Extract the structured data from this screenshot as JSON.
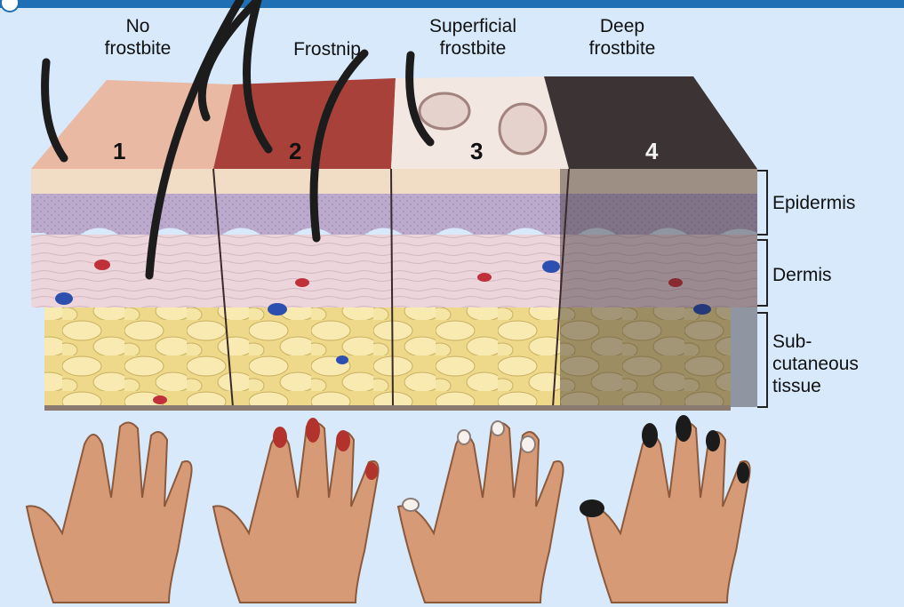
{
  "stages": [
    {
      "number": "1",
      "title": "No\nfrostbite"
    },
    {
      "number": "2",
      "title": "Frostnip"
    },
    {
      "number": "3",
      "title": "Superficial\nfrostbite"
    },
    {
      "number": "4",
      "title": "Deep\nfrostbite"
    }
  ],
  "layers": {
    "epidermis": "Epidermis",
    "dermis": "Dermis",
    "subcutaneous": "Sub-\ncutaneous\ntissue"
  },
  "colors": {
    "background": "#d7e9fb",
    "header_bar": "#1f6fb5",
    "skin_normal": "#e9b9a4",
    "skin_frostnip": "#a8413a",
    "skin_superficial": "#f3e7e1",
    "skin_deep": "#3c3434",
    "fat": "#f4e39a",
    "fingertip_black": "#1b1b1b"
  }
}
